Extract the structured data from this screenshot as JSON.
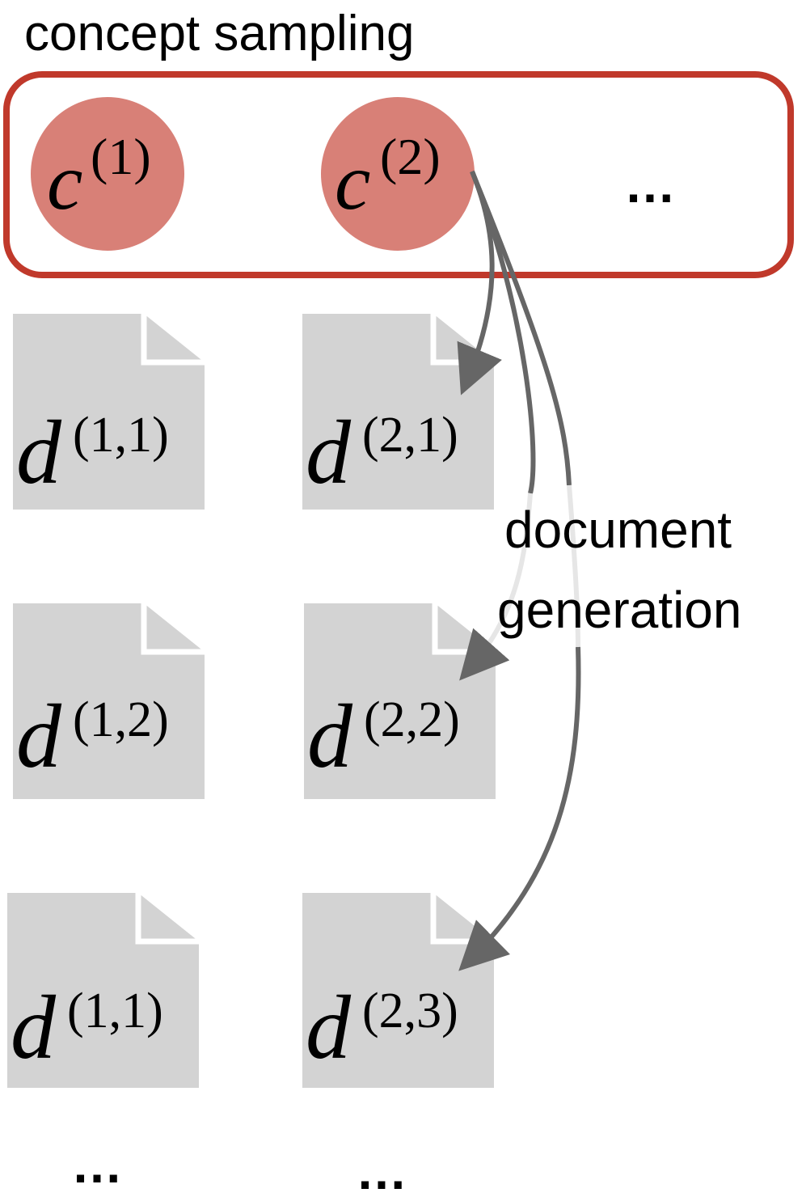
{
  "title": "concept sampling",
  "colors": {
    "concept_fill": "#d88077",
    "concept_border": "#c0392b",
    "doc_fill": "#d3d3d3",
    "arrow": "#666666",
    "arrow_faded": "#e6e6e6"
  },
  "concepts": [
    {
      "var": "c",
      "sup": "(1)"
    },
    {
      "var": "c",
      "sup": "(2)"
    }
  ],
  "concepts_more": "…",
  "documents": [
    [
      {
        "var": "d",
        "sup": "(1,1)"
      },
      {
        "var": "d",
        "sup": "(1,2)"
      },
      {
        "var": "d",
        "sup": "(1,1)"
      }
    ],
    [
      {
        "var": "d",
        "sup": "(2,1)"
      },
      {
        "var": "d",
        "sup": "(2,2)"
      },
      {
        "var": "d",
        "sup": "(2,3)"
      }
    ]
  ],
  "documents_more": [
    "…",
    "…"
  ],
  "arrow_label": [
    "document",
    "generation"
  ],
  "icons": [
    "document-icon",
    "arrow-icon"
  ]
}
